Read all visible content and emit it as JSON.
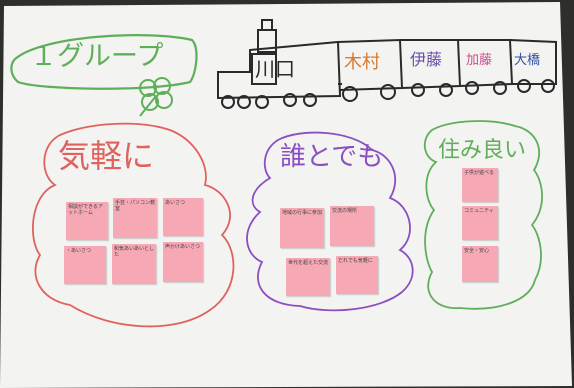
{
  "poster": {
    "group_title": "１グループ",
    "train_names": [
      "川口",
      "木村",
      "伊藤",
      "加藤",
      "大橋"
    ],
    "colors": {
      "paper": "#f3f3f1",
      "green_marker": "#5fae5a",
      "red_marker": "#e0625e",
      "purple_marker": "#8a4fc0",
      "black_marker": "#2a2a2a",
      "sticky_pink": "#f6a8b4"
    }
  },
  "clusters": [
    {
      "heading": "気軽に",
      "notes": [
        {
          "text": "相談ができるアットホーム"
        },
        {
          "text": "手芸・パソコン教室"
        },
        {
          "text": "あいさつ"
        },
        {
          "text": "・あいさつ"
        },
        {
          "text": "和気あいあいとした"
        },
        {
          "text": "声かけあいさつ"
        }
      ]
    },
    {
      "heading": "誰とでも",
      "notes": [
        {
          "text": "地域の行事に参加"
        },
        {
          "text": "交流の場所"
        },
        {
          "text": "世代を超えた交流"
        },
        {
          "text": "だれでも気軽に"
        }
      ]
    },
    {
      "heading": "住み良い",
      "notes": [
        {
          "text": "子供が遊べる"
        },
        {
          "text": "コミュニティ"
        },
        {
          "text": "安全・安心"
        }
      ]
    }
  ]
}
